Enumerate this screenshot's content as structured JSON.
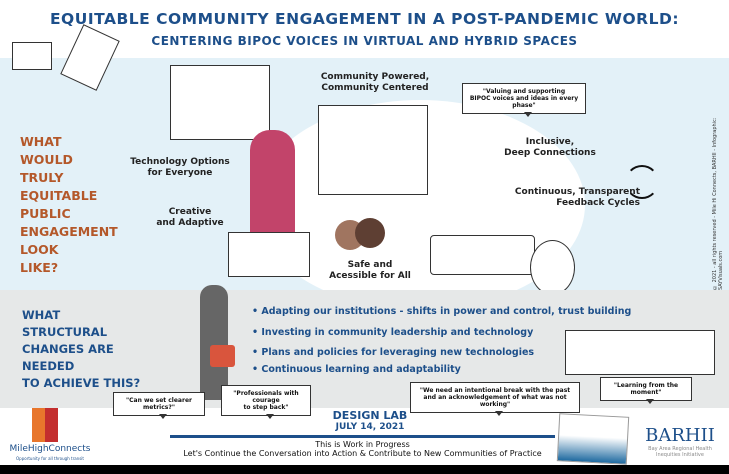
{
  "header": {
    "title": "EQUITABLE COMMUNITY ENGAGEMENT IN A POST-PANDEMIC WORLD:",
    "subtitle": "CENTERING BIPOC VOICES IN VIRTUAL AND HYBRID SPACES"
  },
  "question1": [
    "WHAT",
    "WOULD",
    "TRULY",
    "EQUITABLE",
    "PUBLIC",
    "ENGAGEMENT",
    "LOOK",
    "LIKE?"
  ],
  "principles": {
    "community": "Community Powered,\nCommunity Centered",
    "technology": "Technology Options\nfor Everyone",
    "creative": "Creative\nand Adaptive",
    "safe": "Safe and\nAcessible for All",
    "inclusive": "Inclusive,\nDeep Connections",
    "feedback": "Continuous, Transparent\nFeedback Cycles"
  },
  "quote_top": "\"Valuing and supporting\nBIPOC voices and ideas in every phase\"",
  "copyright": "© 2021 - all rights reserved - Mile Hi Connects, BARHII - Infographic: SAYVisuals.com",
  "question2": [
    "WHAT",
    "STRUCTURAL",
    "CHANGES ARE",
    "NEEDED",
    "TO ACHIEVE THIS?"
  ],
  "changes": [
    "Adapting our institutions - shifts in power and control, trust building",
    "Investing in community leadership and technology",
    "Plans and policies for leveraging new technologies",
    "Continuous learning and adaptability"
  ],
  "quotes": [
    "\"Can we set clearer metrics?\"",
    "\"Professionals with courage\nto step back\"",
    "\"We need an intentional break with the past\nand an acknowledgement of what was not working\"",
    "\"Learning from the moment\""
  ],
  "footer": {
    "event": "DESIGN LAB",
    "date": "JULY 14, 2021",
    "wip": "This is Work in Progress",
    "cta": "Let's Continue the Conversation into Action & Contribute to New Communities of Practice"
  },
  "logos": {
    "mhc": "MileHighConnects",
    "mhc_tag": "Opportunity for all through transit",
    "barhii": "BARHII",
    "barhii_sub": "Bay Area Regional Health\nInequities Initiative"
  },
  "colors": {
    "blue": "#1d4f8a",
    "orange": "#b4582a",
    "panel": "#e3f1f8",
    "grey": "#e6e8e8"
  }
}
